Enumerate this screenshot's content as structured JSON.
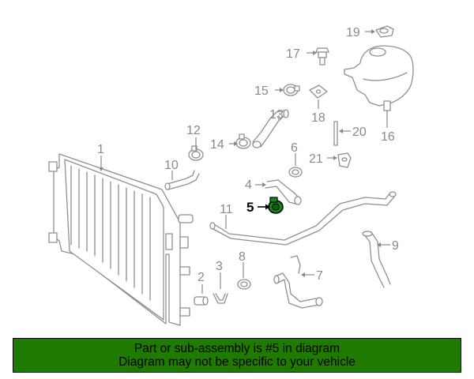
{
  "colors": {
    "banner_bg": "#1f7a00",
    "highlight": "#138a13",
    "line": "#8f8f8f",
    "callout_text": "#8a8a8a"
  },
  "callouts": {
    "c1": "1",
    "c2": "2",
    "c3": "3",
    "c4": "4",
    "c5": "5",
    "c6": "6",
    "c7": "7",
    "c8": "8",
    "c9": "9",
    "c10": "10",
    "c11": "11",
    "c12": "12",
    "c13": "13",
    "c14": "14",
    "c15": "15",
    "c16": "16",
    "c17": "17",
    "c18": "18",
    "c19": "19",
    "c20": "20",
    "c21": "21"
  },
  "highlighted_part": "5",
  "banner": {
    "line1": "Part or sub-assembly is #5 in diagram",
    "line2": "Diagram may not be specific to your vehicle"
  }
}
